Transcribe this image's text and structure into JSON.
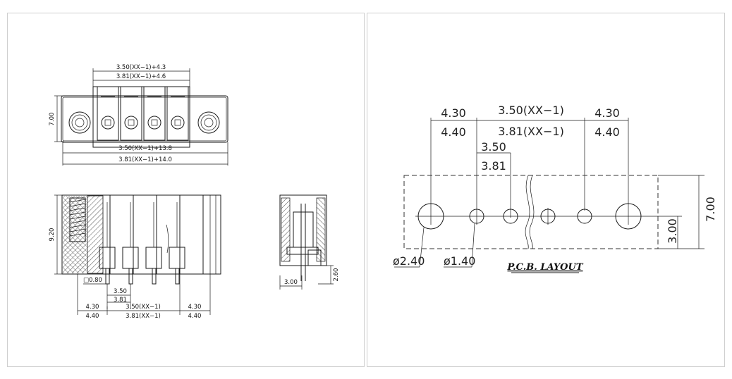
{
  "left": {
    "top_dim_1": "3.50(XX−1)+4.3",
    "top_dim_2": "3.81(XX−1)+4.6",
    "height_dim": "7.00",
    "bottom_dim_1": "3.50(XX−1)+13.8",
    "bottom_dim_2": "3.81(XX−1)+14.0",
    "side_height": "9.20",
    "pin_size": "□0.80",
    "pitch_1": "3.50",
    "pitch_2": "3.81",
    "end_1a": "4.30",
    "end_1b": "4.40",
    "mid_1": "3.50(XX−1)",
    "mid_2": "3.81(XX−1)",
    "end_2a": "4.30",
    "end_2b": "4.40",
    "profile_width": "3.00",
    "profile_height": "2.60"
  },
  "right": {
    "end_a1": "4.30",
    "end_a2": "4.40",
    "mid_1": "3.50(XX−1)",
    "mid_2": "3.81(XX−1)",
    "end_b1": "4.30",
    "end_b2": "4.40",
    "pitch_1": "3.50",
    "pitch_2": "3.81",
    "height": "7.00",
    "offset": "3.00",
    "dia_large": "ø2.40",
    "dia_small": "ø1.40",
    "title": "P.C.B. LAYOUT"
  }
}
